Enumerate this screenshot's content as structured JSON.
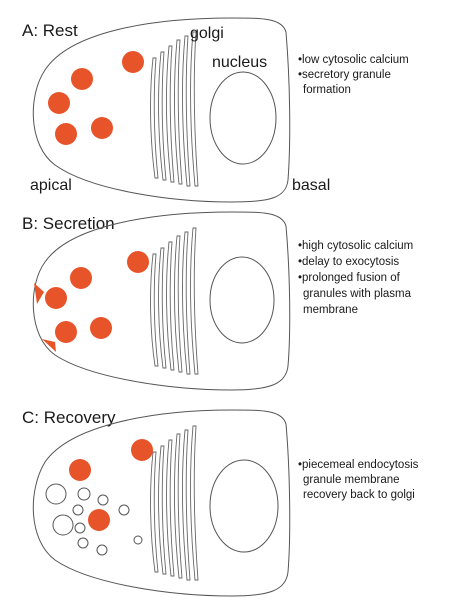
{
  "diagram": {
    "colors": {
      "granule": "#e8542a",
      "outline": "#555555",
      "text": "#1a1a1a",
      "background": "#ffffff"
    },
    "labels": {
      "golgi": "golgi",
      "nucleus": "nucleus",
      "apical": "apical",
      "basal": "basal"
    },
    "panels": [
      {
        "title": "A: Rest",
        "notes": [
          "•low cytosolic calcium",
          "•secretory granule",
          "formation"
        ]
      },
      {
        "title": "B: Secretion",
        "notes": [
          "•high cytosolic calcium",
          "•delay to exocytosis",
          "•prolonged fusion of",
          "granules with plasma",
          "membrane"
        ]
      },
      {
        "title": "C: Recovery",
        "notes": [
          "•piecemeal endocytosis",
          "granule membrane",
          "recovery back to golgi"
        ]
      }
    ]
  }
}
